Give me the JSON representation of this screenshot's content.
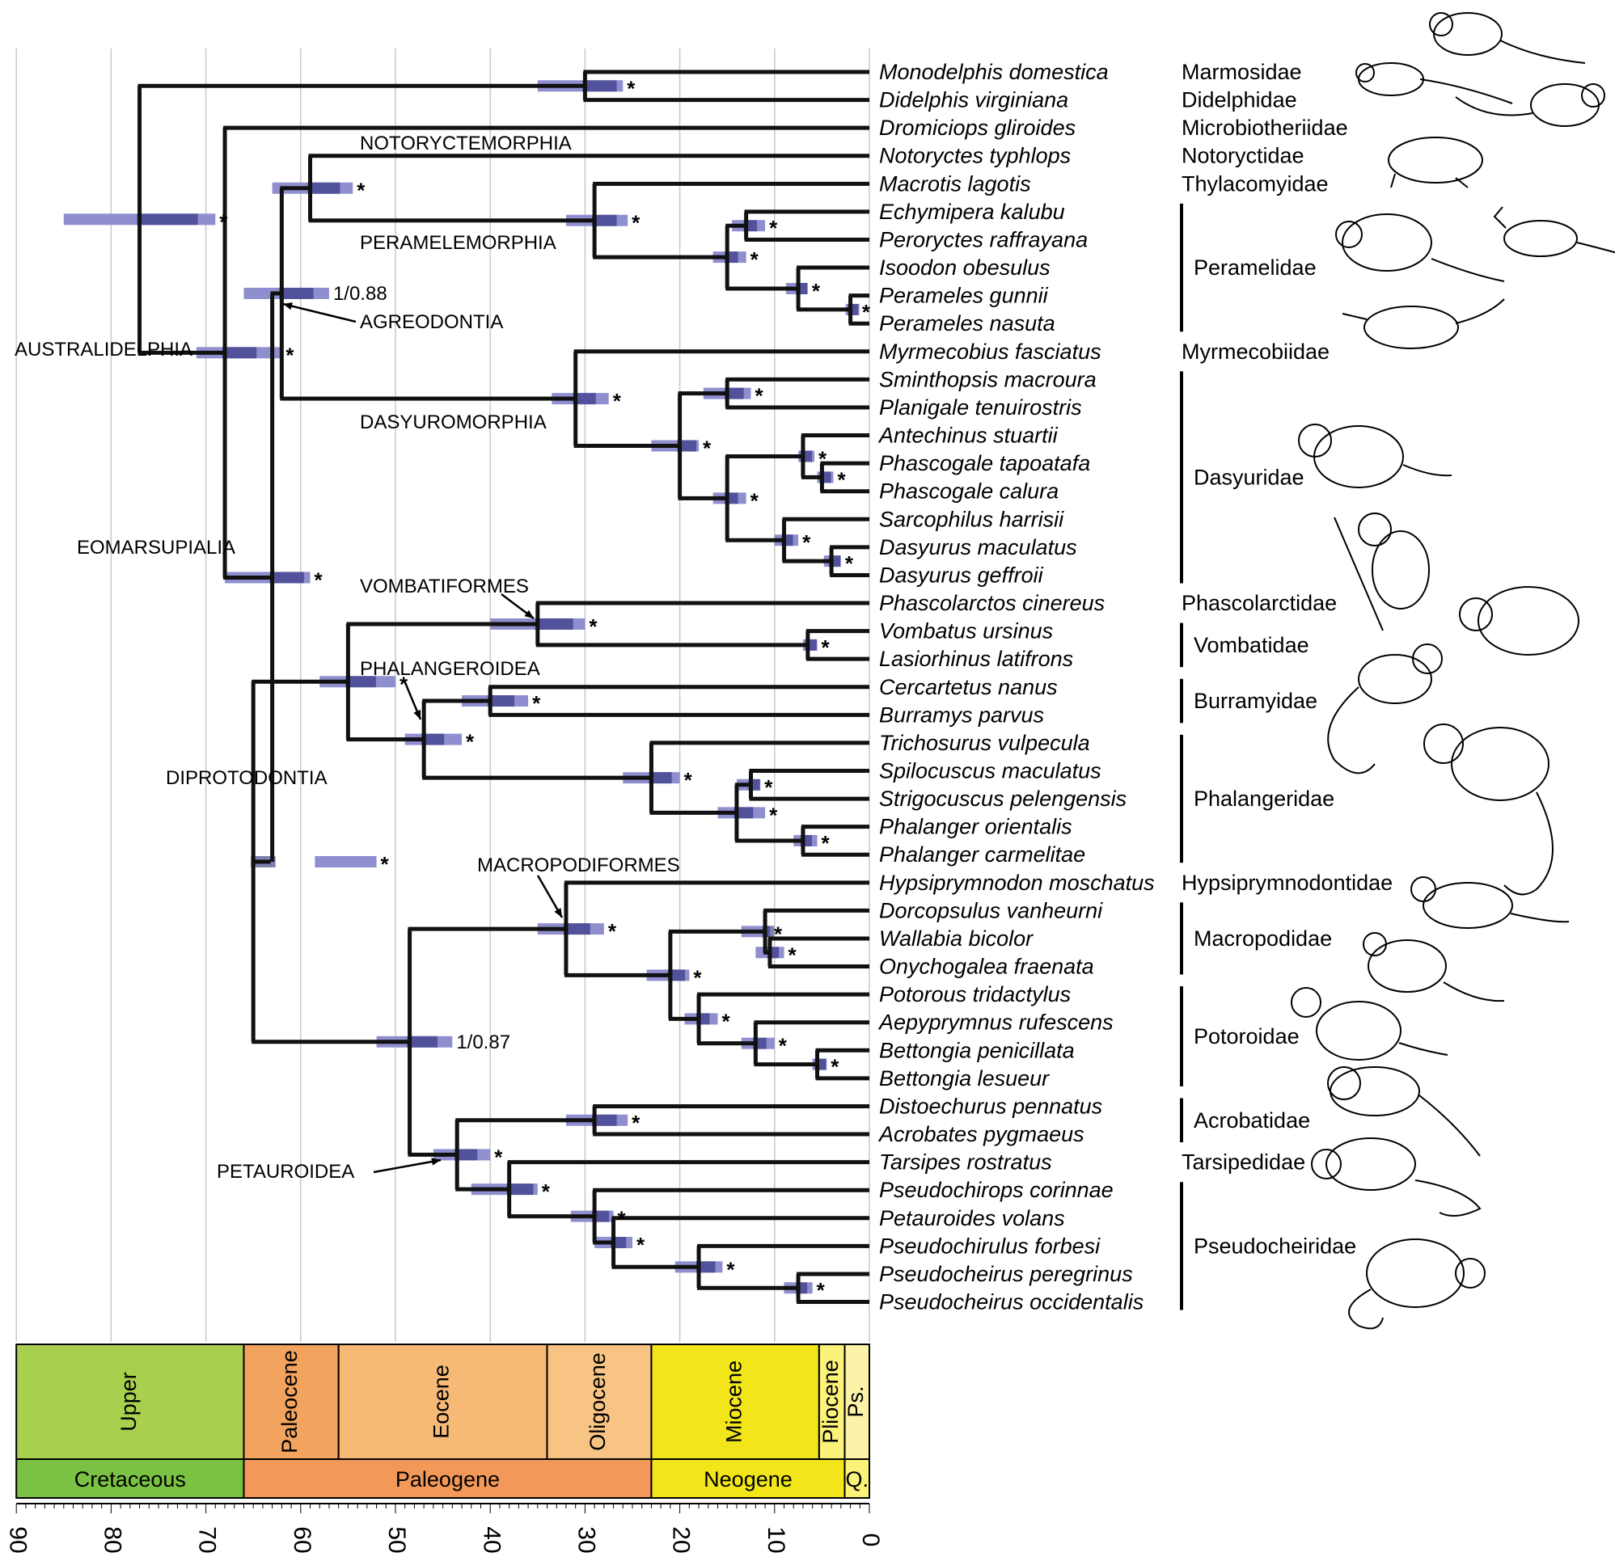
{
  "taxa": [
    "Monodelphis domestica",
    "Didelphis virginiana",
    "Dromiciops gliroides",
    "Notoryctes typhlops",
    "Macrotis lagotis",
    "Echymipera kalubu",
    "Peroryctes raffrayana",
    "Isoodon obesulus",
    "Perameles gunnii",
    "Perameles nasuta",
    "Myrmecobius fasciatus",
    "Sminthopsis macroura",
    "Planigale tenuirostris",
    "Antechinus stuartii",
    "Phascogale tapoatafa",
    "Phascogale calura",
    "Sarcophilus harrisii",
    "Dasyurus maculatus",
    "Dasyurus geffroii",
    "Phascolarctos cinereus",
    "Vombatus ursinus",
    "Lasiorhinus latifrons",
    "Cercartetus nanus",
    "Burramys parvus",
    "Trichosurus vulpecula",
    "Spilocuscus maculatus",
    "Strigocuscus pelengensis",
    "Phalanger orientalis",
    "Phalanger carmelitae",
    "Hypsiprymnodon moschatus",
    "Dorcopsulus vanheurni",
    "Wallabia bicolor",
    "Onychogalea fraenata",
    "Potorous tridactylus",
    "Aepyprymnus rufescens",
    "Bettongia penicillata",
    "Bettongia lesueur",
    "Distoechurus pennatus",
    "Acrobates pygmaeus",
    "Tarsipes rostratus",
    "Pseudochirops corinnae",
    "Petauroides volans",
    "Pseudochirulus forbesi",
    "Pseudocheirus peregrinus",
    "Pseudocheirus occidentalis"
  ],
  "families": [
    {
      "name": "Marmosidae",
      "first": 0,
      "last": 0,
      "bracket": false
    },
    {
      "name": "Didelphidae",
      "first": 1,
      "last": 1,
      "bracket": false
    },
    {
      "name": "Microbiotheriidae",
      "first": 2,
      "last": 2,
      "bracket": false
    },
    {
      "name": "Notoryctidae",
      "first": 3,
      "last": 3,
      "bracket": false
    },
    {
      "name": "Thylacomyidae",
      "first": 4,
      "last": 4,
      "bracket": false
    },
    {
      "name": "Peramelidae",
      "first": 5,
      "last": 9,
      "bracket": true
    },
    {
      "name": "Myrmecobiidae",
      "first": 10,
      "last": 10,
      "bracket": false
    },
    {
      "name": "Dasyuridae",
      "first": 11,
      "last": 18,
      "bracket": true
    },
    {
      "name": "Phascolarctidae",
      "first": 19,
      "last": 19,
      "bracket": false
    },
    {
      "name": "Vombatidae",
      "first": 20,
      "last": 21,
      "bracket": true
    },
    {
      "name": "Burramyidae",
      "first": 22,
      "last": 23,
      "bracket": true
    },
    {
      "name": "Phalangeridae",
      "first": 24,
      "last": 28,
      "bracket": true
    },
    {
      "name": "Hypsiprymnodontidae",
      "first": 29,
      "last": 29,
      "bracket": false
    },
    {
      "name": "Macropodidae",
      "first": 30,
      "last": 32,
      "bracket": true
    },
    {
      "name": "Potoroidae",
      "first": 33,
      "last": 36,
      "bracket": true
    },
    {
      "name": "Acrobatidae",
      "first": 37,
      "last": 38,
      "bracket": true
    },
    {
      "name": "Tarsipedidae",
      "first": 39,
      "last": 39,
      "bracket": false
    },
    {
      "name": "Pseudocheiridae",
      "first": 40,
      "last": 44,
      "bracket": true
    }
  ],
  "clade_labels": [
    {
      "text": "NOTORYCTEMORPHIA"
    },
    {
      "text": "PERAMELEMORPHIA"
    },
    {
      "text": "AGREODONTIA"
    },
    {
      "text": "AUSTRALIDELPHIA"
    },
    {
      "text": "DASYUROMORPHIA"
    },
    {
      "text": "EOMARSUPIALIA"
    },
    {
      "text": "VOMBATIFORMES"
    },
    {
      "text": "PHALANGEROIDEA"
    },
    {
      "text": "DIPROTODONTIA"
    },
    {
      "text": "MACROPODIFORMES"
    },
    {
      "text": "PETAUROIDEA"
    }
  ],
  "support_labels": [
    "*",
    "1/0.88",
    "1/0.87"
  ],
  "time_axis": {
    "range_ma": [
      90,
      0
    ],
    "ticks": [
      "90",
      "80",
      "70",
      "60",
      "50",
      "40",
      "30",
      "20",
      "10",
      "0"
    ]
  },
  "epochs": [
    {
      "name": "Upper",
      "start": 90,
      "end": 66,
      "color": "#a8d04e"
    },
    {
      "name": "Paleocene",
      "start": 66,
      "end": 56,
      "color": "#f2a45e"
    },
    {
      "name": "Eocene",
      "start": 56,
      "end": 34,
      "color": "#f6b976"
    },
    {
      "name": "Oligocene",
      "start": 34,
      "end": 23,
      "color": "#f8c483"
    },
    {
      "name": "Miocene",
      "start": 23,
      "end": 5.3,
      "color": "#f2e61b"
    },
    {
      "name": "Pliocene",
      "start": 5.3,
      "end": 2.6,
      "color": "#fbf27a"
    },
    {
      "name": "Ps.",
      "start": 2.6,
      "end": 0,
      "color": "#fdf3a8"
    }
  ],
  "periods": [
    {
      "name": "Cretaceous",
      "start": 90,
      "end": 66,
      "color": "#7bc143"
    },
    {
      "name": "Paleogene",
      "start": 66,
      "end": 23,
      "color": "#f2995a"
    },
    {
      "name": "Neogene",
      "start": 23,
      "end": 2.6,
      "color": "#f2e61b"
    },
    {
      "name": "Q.",
      "start": 2.6,
      "end": 0,
      "color": "#fbf27a"
    }
  ],
  "colors": {
    "branch": "#111111",
    "hpd_bar": "#8f8fcf",
    "hpd_core": "#2a2a7a",
    "grid": "#c8c8c8"
  }
}
